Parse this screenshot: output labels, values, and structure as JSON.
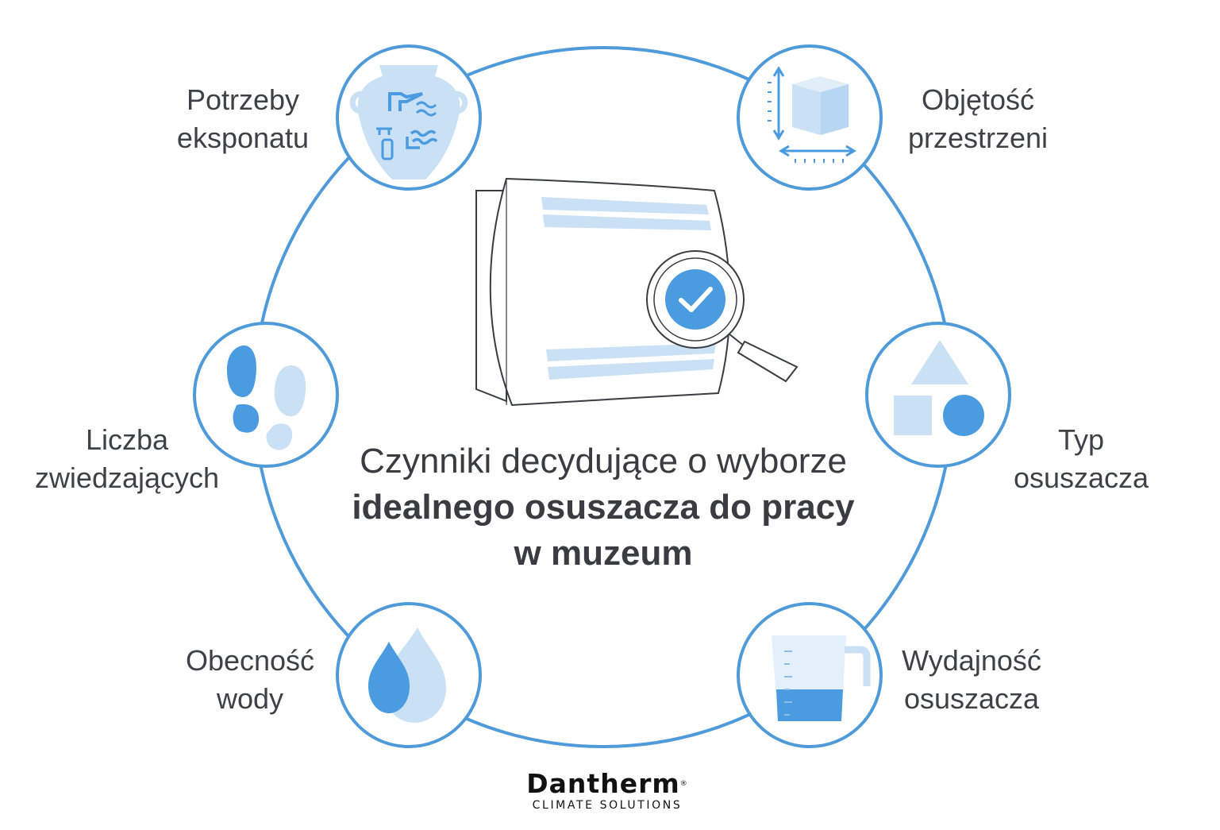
{
  "title": {
    "line1": "Czynniki decydujące o wyborze",
    "line2": "idealnego osuszacza do pracy",
    "line3": "w muzeum"
  },
  "factors": [
    {
      "id": "exhibit-needs",
      "line1": "Potrzeby",
      "line2": "eksponatu",
      "icon": "vase-icon"
    },
    {
      "id": "space-volume",
      "line1": "Objętość",
      "line2": "przestrzeni",
      "icon": "cube-icon"
    },
    {
      "id": "visitor-count",
      "line1": "Liczba",
      "line2": "zwiedzających",
      "icon": "footprints-icon"
    },
    {
      "id": "dehumidifier-type",
      "line1": "Typ",
      "line2": "osuszacza",
      "icon": "shapes-icon"
    },
    {
      "id": "water-presence",
      "line1": "Obecność",
      "line2": "wody",
      "icon": "water-drops-icon"
    },
    {
      "id": "dehumidifier-capacity",
      "line1": "Wydajność",
      "line2": "osuszacza",
      "icon": "measuring-jug-icon"
    }
  ],
  "brand": {
    "name": "Dantherm",
    "registered": "®",
    "tagline": "CLIMATE SOLUTIONS"
  },
  "colors": {
    "ring": "#4f9ad8",
    "accent": "#4a9be0",
    "light": "#c9e0f5",
    "outline": "#3a3c42"
  }
}
